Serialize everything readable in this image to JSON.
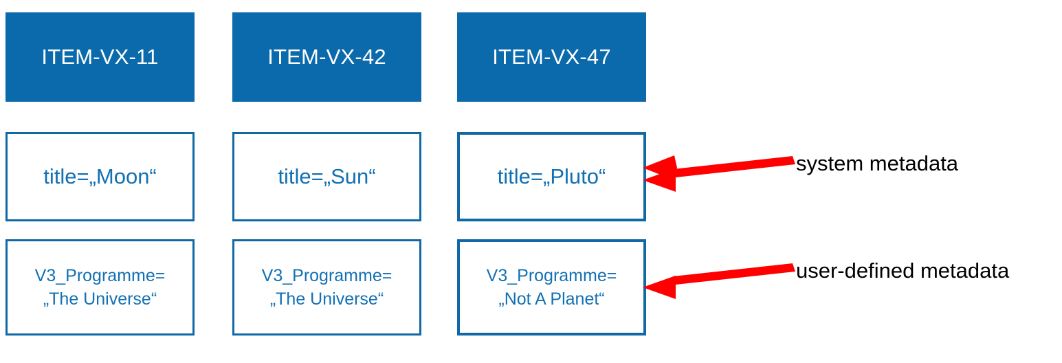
{
  "diagram": {
    "columns": [
      {
        "header": "ITEM-VX-11",
        "system_metadata": "title=„Moon“",
        "user_metadata_line1": "V3_Programme=",
        "user_metadata_line2": "„The Universe“"
      },
      {
        "header": "ITEM-VX-42",
        "system_metadata": "title=„Sun“",
        "user_metadata_line1": "V3_Programme=",
        "user_metadata_line2": "„The Universe“"
      },
      {
        "header": "ITEM-VX-47",
        "system_metadata": "title=„Pluto“",
        "user_metadata_line1": "V3_Programme=",
        "user_metadata_line2": "„Not A Planet“"
      }
    ],
    "annotations": [
      {
        "label": "system metadata"
      },
      {
        "label": "user-defined metadata"
      }
    ],
    "colors": {
      "header_fill": "#0B6AAB",
      "header_text": "#FFFFFF",
      "box_border": "#1068A6",
      "box_text": "#1270B4",
      "arrow": "#FF0000",
      "annotation_text": "#000000",
      "background": "#FFFFFF"
    }
  }
}
